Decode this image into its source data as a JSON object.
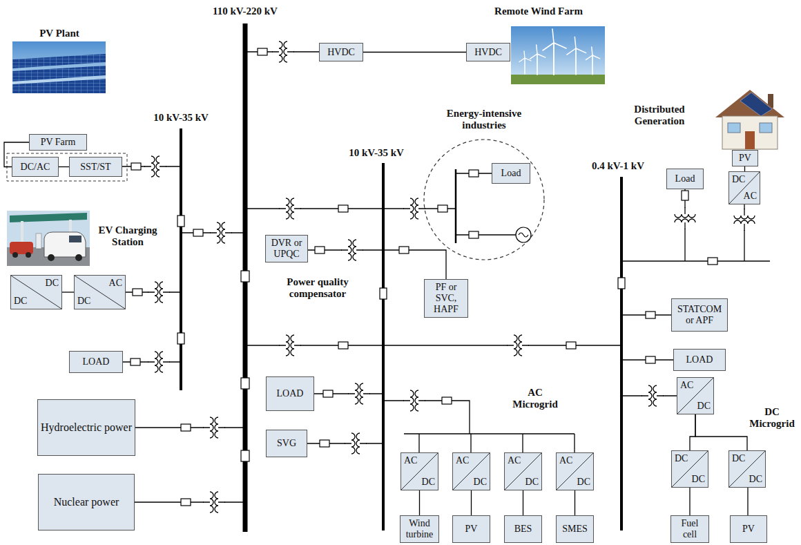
{
  "diagram": {
    "nodes": [
      {
        "text": [
          "HVDC"
        ]
      },
      {
        "text": [
          "HVDC"
        ]
      },
      {
        "text": [
          "Energy-intensive industries"
        ]
      },
      {
        "text": [
          "Load"
        ],
        "in": 2
      },
      {
        "text": [
          "PV Farm"
        ]
      },
      {
        "text": [
          "Load"
        ]
      },
      {
        "text": [
          "PV"
        ]
      },
      {
        "text": [
          "DC",
          "AC"
        ]
      },
      {
        "text": [
          "DC/AC"
        ]
      },
      {
        "text": [
          "SST/ST"
        ]
      },
      {
        "text": [
          "DVR or UPQC"
        ]
      },
      {
        "text": [
          "DC",
          "DC"
        ]
      },
      {
        "text": [
          "AC",
          "DC"
        ]
      },
      {
        "text": [
          "PF or SVC, HAPF"
        ]
      },
      {
        "text": [
          "STATCOM or APF"
        ]
      },
      {
        "text": [
          "LOAD"
        ]
      },
      {
        "text": [
          "LOAD"
        ]
      },
      {
        "text": [
          "LOAD"
        ]
      },
      {
        "text": [
          "AC",
          "DC"
        ]
      },
      {
        "text": [
          "Hydroelectric power"
        ]
      },
      {
        "text": [
          "SVG"
        ]
      },
      {
        "text": [
          "AC",
          "DC"
        ]
      },
      {
        "text": [
          "AC",
          "DC"
        ]
      },
      {
        "text": [
          "AC",
          "DC"
        ]
      },
      {
        "text": [
          "AC",
          "DC"
        ]
      },
      {
        "text": [
          "DC",
          "DC"
        ]
      },
      {
        "text": [
          "DC",
          "DC"
        ]
      },
      {
        "text": [
          "Nuclear power"
        ]
      },
      {
        "text": [
          "Wind turbine"
        ]
      },
      {
        "text": [
          "PV"
        ]
      },
      {
        "text": [
          "BES"
        ]
      },
      {
        "text": [
          "SMES"
        ]
      },
      {
        "text": [
          "Fuel cell"
        ]
      },
      {
        "text": [
          "PV"
        ]
      }
    ],
    "edges": [
      {
        "from": 0,
        "to": 1,
        "arrow": "none"
      },
      {
        "from": 4,
        "to": 8,
        "arrow": "none"
      },
      {
        "from": 8,
        "to": 9,
        "arrow": "none"
      },
      {
        "from": 11,
        "to": 12,
        "arrow": "none"
      },
      {
        "from": 6,
        "to": 7,
        "arrow": "none"
      },
      {
        "from": 21,
        "to": 28,
        "arrow": "none"
      },
      {
        "from": 22,
        "to": 29,
        "arrow": "none"
      },
      {
        "from": 23,
        "to": 30,
        "arrow": "none"
      },
      {
        "from": 24,
        "to": 31,
        "arrow": "none"
      },
      {
        "from": 18,
        "to": 25,
        "arrow": "none"
      },
      {
        "from": 18,
        "to": 26,
        "arrow": "none"
      },
      {
        "from": 25,
        "to": 32,
        "arrow": "none"
      },
      {
        "from": 26,
        "to": 33,
        "arrow": "none"
      }
    ],
    "labels": [
      "110 kV-220 kV",
      "Remote Wind Farm",
      "PV Plant",
      "10 kV-35 kV",
      "Distributed Generation",
      "10 kV-35 kV",
      "0.4 kV-1 kV",
      "EV Charging Station",
      "Power quality compensator",
      "AC Microgrid",
      "DC Microgrid"
    ]
  }
}
